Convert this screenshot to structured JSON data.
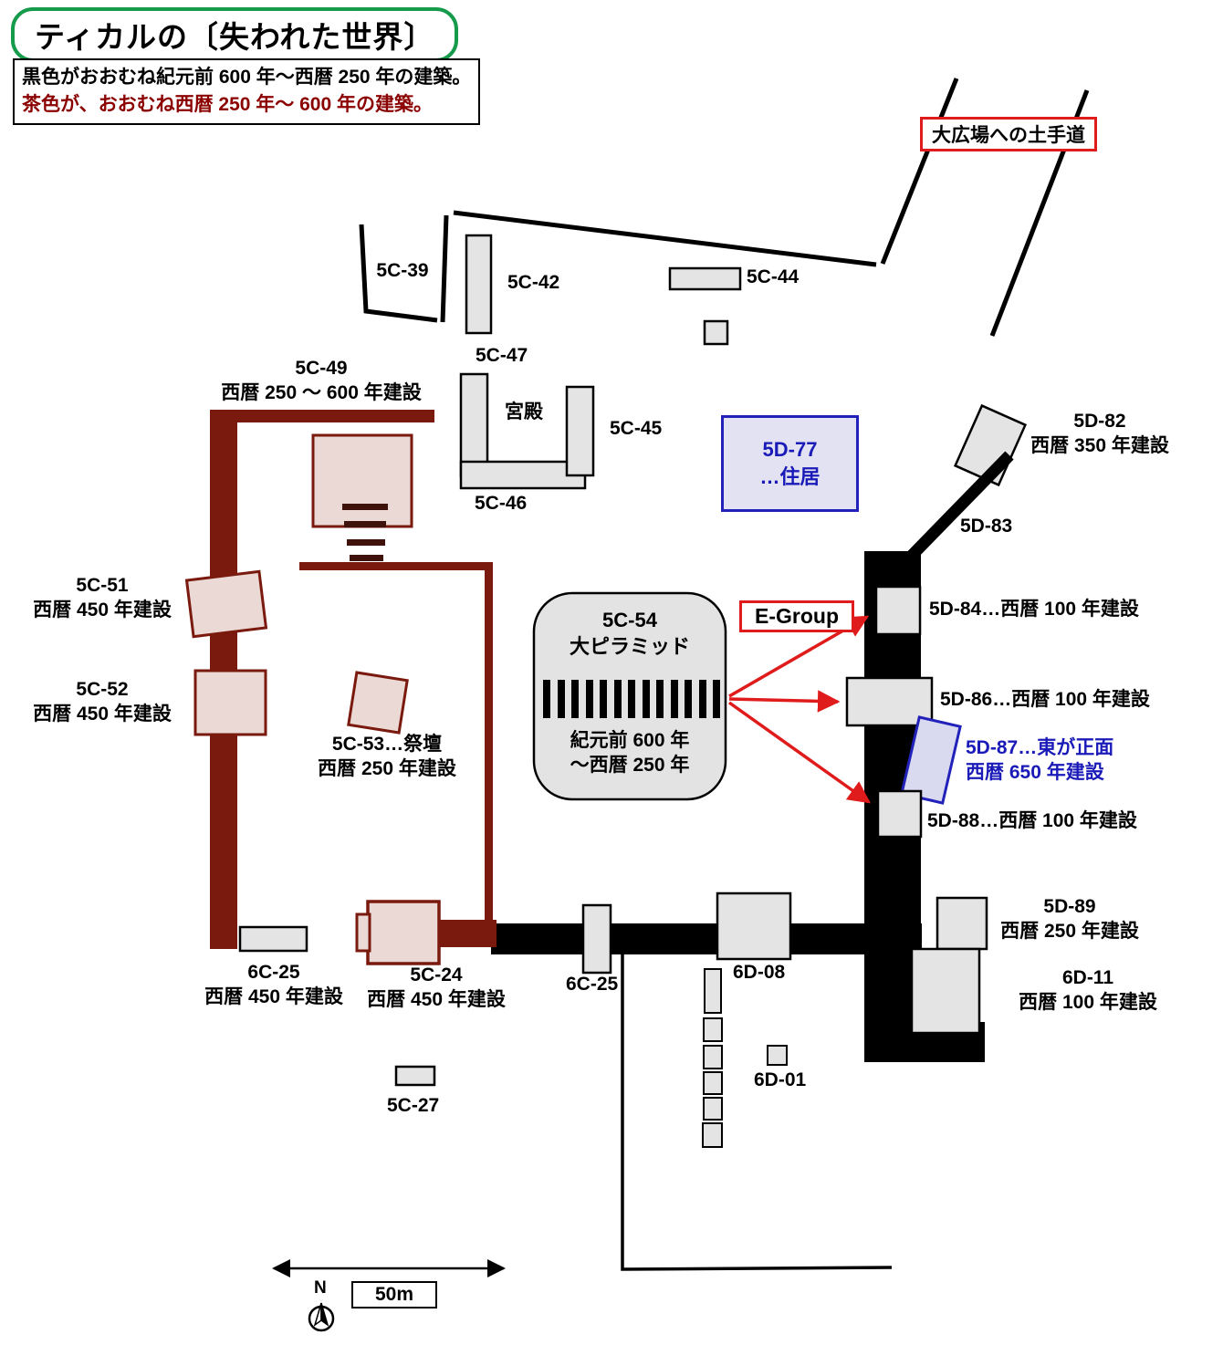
{
  "title": "ティカルの〔失われた世界〕",
  "legend": {
    "black_line": "黒色がおおむね紀元前 600 年～西暦 250 年の建築。",
    "brown_line": "茶色が、おおむね西暦 250 年～ 600 年の建築。"
  },
  "causeway_label": "大広場への土手道",
  "egroup_label": "E-Group",
  "buildings": {
    "c39": {
      "name": "5C-39"
    },
    "c42": {
      "name": "5C-42"
    },
    "c44": {
      "name": "5C-44"
    },
    "c47": {
      "name": "5C-47"
    },
    "palace": {
      "name": "宮殿"
    },
    "c45": {
      "name": "5C-45"
    },
    "c46": {
      "name": "5C-46"
    },
    "d77": {
      "name": "5D-77",
      "note": "…住居"
    },
    "d82": {
      "name": "5D-82",
      "date": "西暦 350 年建設"
    },
    "d83": {
      "name": "5D-83"
    },
    "c49": {
      "name": "5C-49",
      "date": "西暦 250 ～ 600 年建設"
    },
    "c51": {
      "name": "5C-51",
      "date": "西暦 450 年建設"
    },
    "c52": {
      "name": "5C-52",
      "date": "西暦 450 年建設"
    },
    "c53": {
      "name": "5C-53…祭壇",
      "date": "西暦 250 年建設"
    },
    "c54": {
      "name": "5C-54",
      "note": "大ピラミッド",
      "date1": "紀元前 600 年",
      "date2": "～西暦 250 年"
    },
    "d84": {
      "name": "5D-84…西暦 100 年建設"
    },
    "d86": {
      "name": "5D-86…西暦 100 年建設"
    },
    "d87": {
      "name": "5D-87…東が正面",
      "date": "西暦 650 年建設"
    },
    "d88": {
      "name": "5D-88…西暦 100 年建設"
    },
    "d89": {
      "name": "5D-89",
      "date": "西暦 250 年建設"
    },
    "d11": {
      "name": "6D-11",
      "date": "西暦 100 年建設"
    },
    "c25_west": {
      "name": "6C-25",
      "date": "西暦 450 年建設"
    },
    "c24": {
      "name": "5C-24",
      "date": "西暦 450 年建設"
    },
    "c25_south": {
      "name": "6C-25"
    },
    "d08": {
      "name": "6D-08"
    },
    "d01": {
      "name": "6D-01"
    },
    "c27": {
      "name": "5C-27"
    }
  },
  "scale": {
    "label": "50m",
    "north": "N"
  },
  "colors": {
    "black_era": "#000000",
    "brown_era": "#7a190d",
    "pink_fill": "#ead9d4",
    "gray_fill": "#e4e4e4",
    "blue_accent": "#1a1ab8",
    "blue_fill": "#d9d9f0",
    "red_accent": "#e01b1b",
    "green_title_border": "#169a4c",
    "legend_brown_text": "#8b0000"
  }
}
